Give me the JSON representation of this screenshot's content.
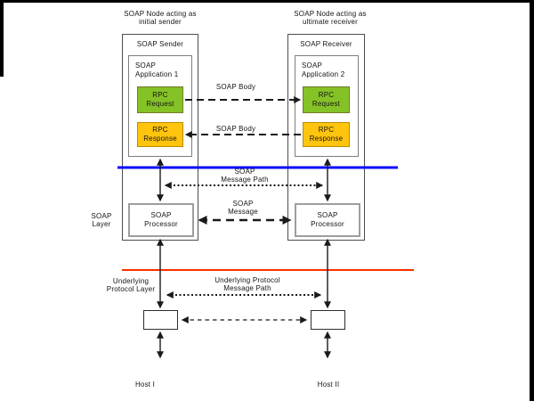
{
  "diagram": {
    "top_labels": {
      "left": "SOAP Node acting as\ninitial sender",
      "right": "SOAP Node acting as\nultimate receiver"
    },
    "sender": {
      "title": "SOAP Sender",
      "app": "SOAP\nApplication 1",
      "rpc_request": "RPC\nRequest",
      "rpc_response": "RPC\nResponse",
      "processor": "SOAP\nProcessor"
    },
    "receiver": {
      "title": "SOAP Receiver",
      "app": "SOAP\nApplication 2",
      "rpc_request": "RPC\nRequest",
      "rpc_response": "RPC\nResponse",
      "processor": "SOAP\nProcessor"
    },
    "arrows": {
      "soap_body_top": "SOAP Body",
      "soap_body_bottom": "SOAP Body",
      "message_path": "SOAP\nMessage Path",
      "soap_message": "SOAP\nMessage",
      "underlying_path": "Underlying Protocol\nMessage Path"
    },
    "layers": {
      "soap_layer": "SOAP\nLayer",
      "underlying_layer": "Underlying\nProtocol Layer"
    },
    "hosts": {
      "left": "Host I",
      "right": "Host II"
    },
    "colors": {
      "rpc_request_fill": "#85C226",
      "rpc_response_fill": "#FFC40D",
      "soap_layer_line": "#0A0AFF",
      "underlying_layer_line": "#FF3000",
      "arrow_color": "#1a1a1a"
    }
  }
}
